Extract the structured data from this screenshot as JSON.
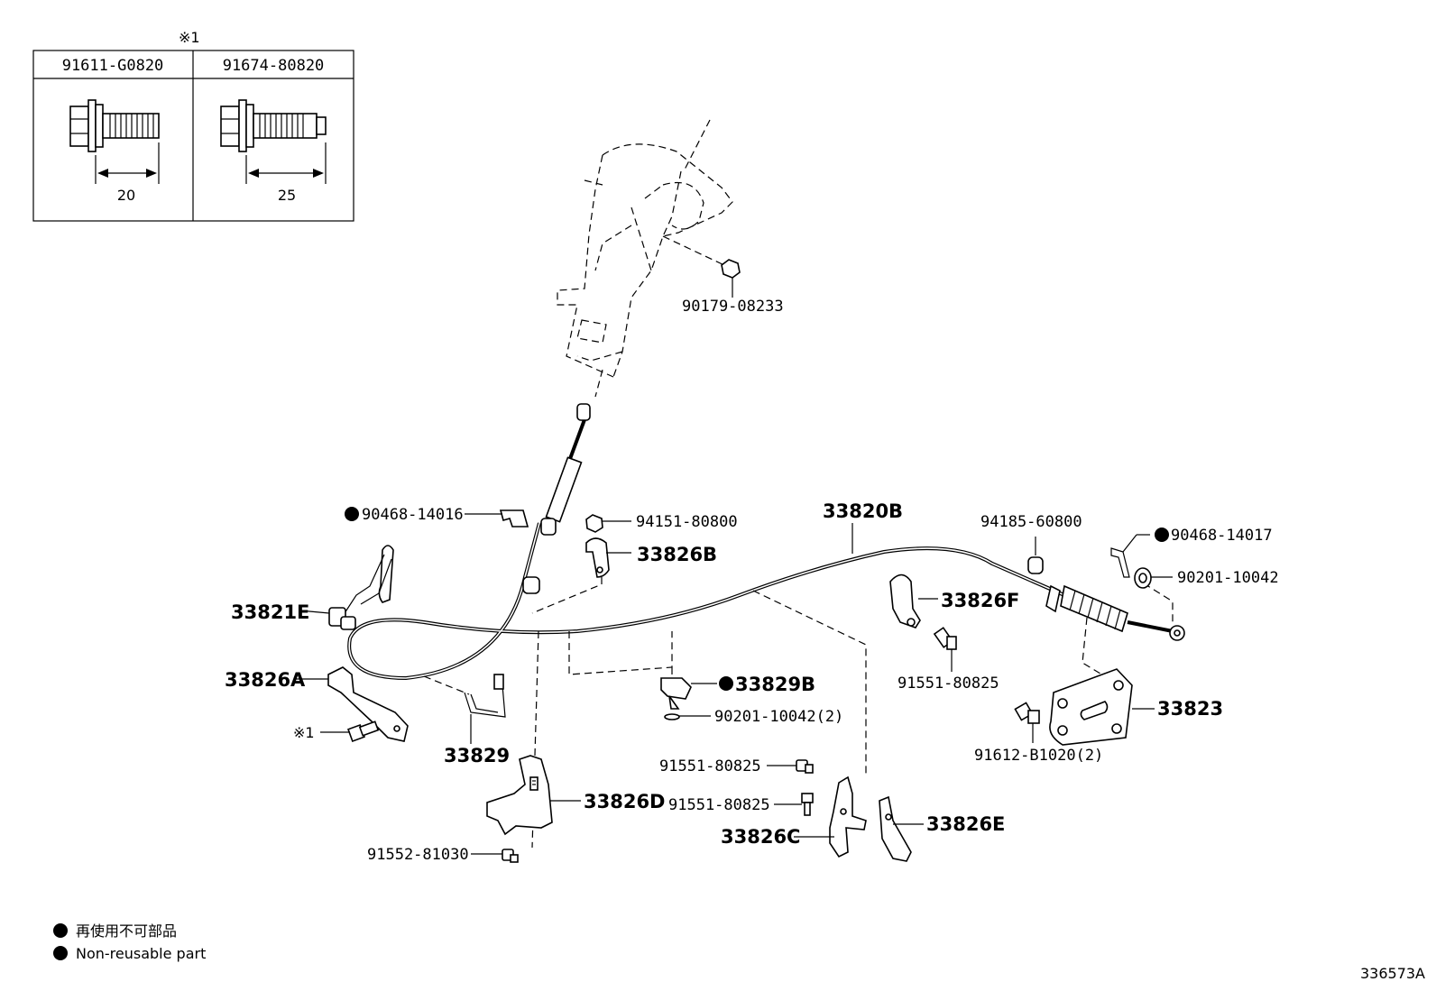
{
  "inset": {
    "note_mark": "※1",
    "columns": [
      {
        "part_no": "91611-G0820",
        "length": "20"
      },
      {
        "part_no": "91674-80820",
        "length": "25"
      }
    ]
  },
  "callouts": [
    {
      "id": "c90179",
      "text": "90179-08233"
    },
    {
      "id": "c90468a",
      "text": "90468-14016",
      "nonreusable": true
    },
    {
      "id": "c94151",
      "text": "94151-80800"
    },
    {
      "id": "c33826B",
      "text": "33826B",
      "big": true
    },
    {
      "id": "c33820B",
      "text": "33820B",
      "big": true
    },
    {
      "id": "c94185",
      "text": "94185-60800"
    },
    {
      "id": "c90468b",
      "text": "90468-14017",
      "nonreusable": true
    },
    {
      "id": "c90201a",
      "text": "90201-10042"
    },
    {
      "id": "c33821E",
      "text": "33821E",
      "big": true
    },
    {
      "id": "c33826F",
      "text": "33826F",
      "big": true
    },
    {
      "id": "c33826A",
      "text": "33826A",
      "big": true
    },
    {
      "id": "c33829B",
      "text": "33829B",
      "big": true,
      "nonreusable": true
    },
    {
      "id": "c91551a",
      "text": "91551-80825"
    },
    {
      "id": "c33823",
      "text": "33823",
      "big": true
    },
    {
      "id": "c90201b",
      "text": "90201-10042(2)"
    },
    {
      "id": "c_note",
      "text": "※1"
    },
    {
      "id": "c33829",
      "text": "33829",
      "big": true
    },
    {
      "id": "c91612",
      "text": "91612-B1020(2)"
    },
    {
      "id": "c91551b",
      "text": "91551-80825"
    },
    {
      "id": "c33826D",
      "text": "33826D",
      "big": true
    },
    {
      "id": "c91551c",
      "text": "91551-80825"
    },
    {
      "id": "c33826E",
      "text": "33826E",
      "big": true
    },
    {
      "id": "c33826C",
      "text": "33826C",
      "big": true
    },
    {
      "id": "c91552",
      "text": "91552-81030"
    }
  ],
  "legend": [
    {
      "text": "再使用不可部品"
    },
    {
      "text": "Non-reusable part"
    }
  ],
  "illustration_id": "336573A"
}
